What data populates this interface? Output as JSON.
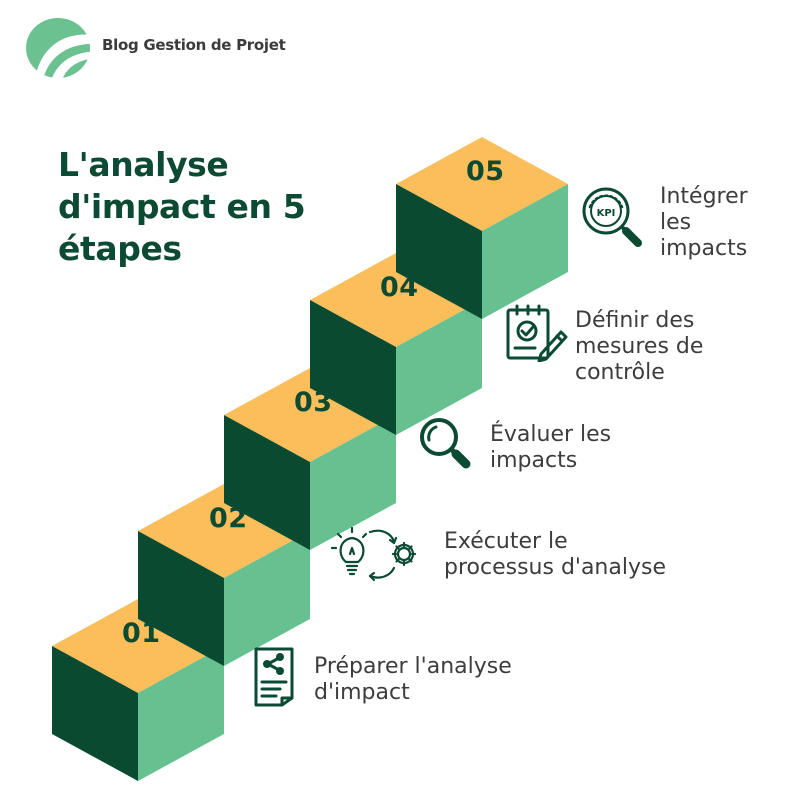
{
  "brand": {
    "name": "Blog Gestion de Projet",
    "logo_icon": "leaf-logo-icon"
  },
  "title": "L'analyse d'impact en 5 étapes",
  "colors": {
    "top": "#fbbe5b",
    "front": "#094a31",
    "side": "#66c08f",
    "text": "#0d4a33"
  },
  "steps": [
    {
      "number": "01",
      "label": "Préparer l'analyse\nd'impact",
      "icon": "document-share-icon"
    },
    {
      "number": "02",
      "label": "Exécuter le\nprocessus d'analyse",
      "icon": "lightbulb-gear-icon"
    },
    {
      "number": "03",
      "label": "Évaluer les\nimpacts",
      "icon": "magnifier-icon"
    },
    {
      "number": "04",
      "label": "Définir des\nmesures de\ncontrôle",
      "icon": "checklist-pencil-icon"
    },
    {
      "number": "05",
      "label": "Intégrer\nles\nimpacts",
      "icon": "kpi-gauge-icon"
    }
  ]
}
